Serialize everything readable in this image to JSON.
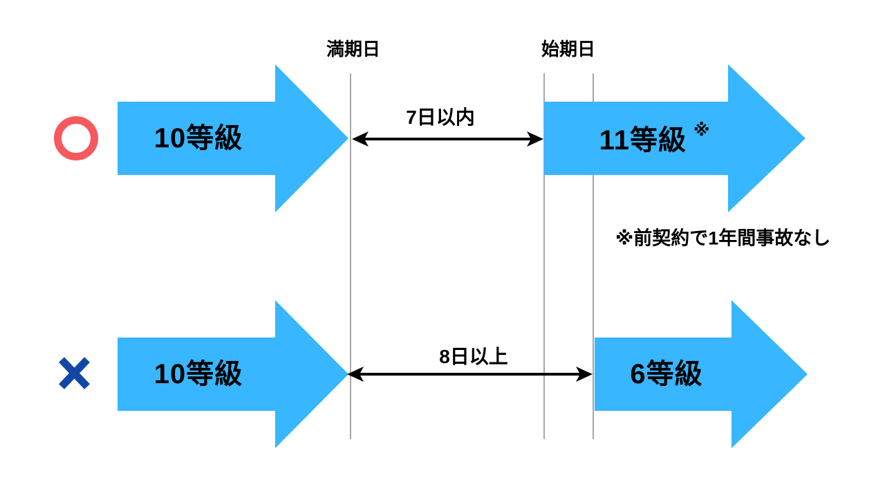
{
  "timeline": {
    "maturity_label": "満期日",
    "start_label": "始期日"
  },
  "rows": {
    "ok": {
      "marker_glyph": "○",
      "before_grade": "10等級",
      "interval": "7日以内",
      "after_grade": "11等級",
      "after_grade_mark": "※"
    },
    "ng": {
      "marker_glyph": "×",
      "before_grade": "10等級",
      "interval": "8日以上",
      "after_grade": "6等級"
    }
  },
  "note": "※前契約で1年間事故なし",
  "colors": {
    "arrow_blue": "#38B6FF",
    "ok_circle_red": "#F4595D",
    "ng_cross_blue": "#1247A5",
    "timeline_gray": "#A6A6A6",
    "text_black": "#000000",
    "background": "#FFFFFF"
  }
}
